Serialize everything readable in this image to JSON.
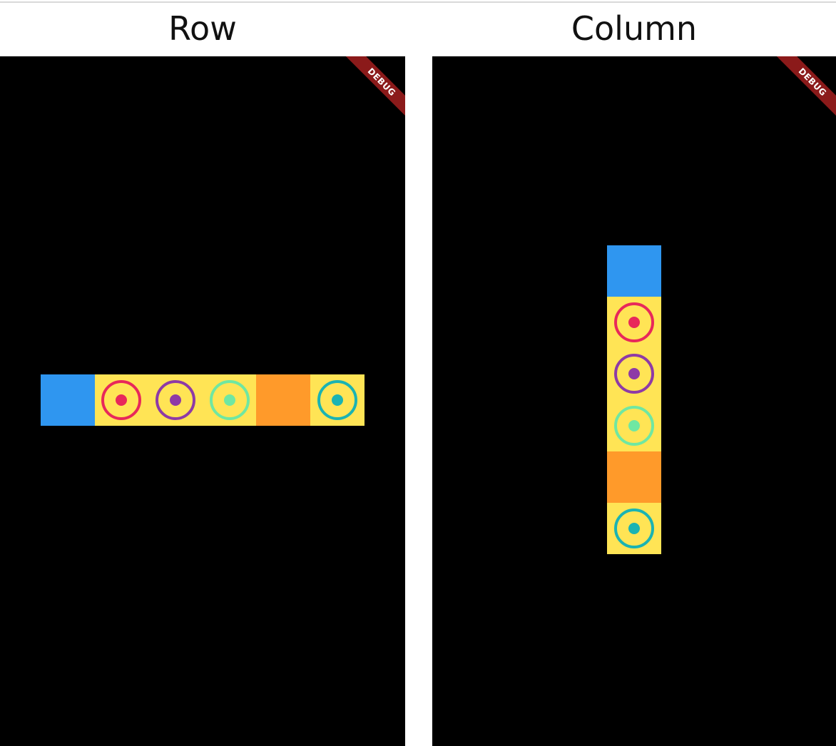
{
  "panels": [
    {
      "id": "row",
      "title": "Row",
      "banner": "DEBUG",
      "banner_color": "#8b1a1a",
      "background": "#000000",
      "tiles": [
        {
          "kind": "solid",
          "color": "#2f96f0"
        },
        {
          "kind": "ring",
          "color": "#ffe455",
          "ring_color": "#e8285a",
          "dot_color": "#e8285a",
          "icon": "radio-ring-icon"
        },
        {
          "kind": "ring",
          "color": "#ffe455",
          "ring_color": "#8e3aa6",
          "dot_color": "#8e3aa6",
          "icon": "radio-ring-icon"
        },
        {
          "kind": "ring",
          "color": "#ffe455",
          "ring_color": "#6fe7a2",
          "dot_color": "#6fe7a2",
          "icon": "radio-ring-icon"
        },
        {
          "kind": "solid",
          "color": "#ff9a2a"
        },
        {
          "kind": "ring",
          "color": "#ffe455",
          "ring_color": "#1ab3b3",
          "dot_color": "#1ab3b3",
          "icon": "radio-ring-icon"
        }
      ]
    },
    {
      "id": "column",
      "title": "Column",
      "banner": "DEBUG",
      "banner_color": "#8b1a1a",
      "background": "#000000",
      "tiles": [
        {
          "kind": "solid",
          "color": "#2f96f0"
        },
        {
          "kind": "ring",
          "color": "#ffe455",
          "ring_color": "#e8285a",
          "dot_color": "#e8285a",
          "icon": "radio-ring-icon"
        },
        {
          "kind": "ring",
          "color": "#ffe455",
          "ring_color": "#8e3aa6",
          "dot_color": "#8e3aa6",
          "icon": "radio-ring-icon"
        },
        {
          "kind": "ring",
          "color": "#ffe455",
          "ring_color": "#6fe7a2",
          "dot_color": "#6fe7a2",
          "icon": "radio-ring-icon"
        },
        {
          "kind": "solid",
          "color": "#ff9a2a"
        },
        {
          "kind": "ring",
          "color": "#ffe455",
          "ring_color": "#1ab3b3",
          "dot_color": "#1ab3b3",
          "icon": "radio-ring-icon"
        }
      ]
    }
  ]
}
